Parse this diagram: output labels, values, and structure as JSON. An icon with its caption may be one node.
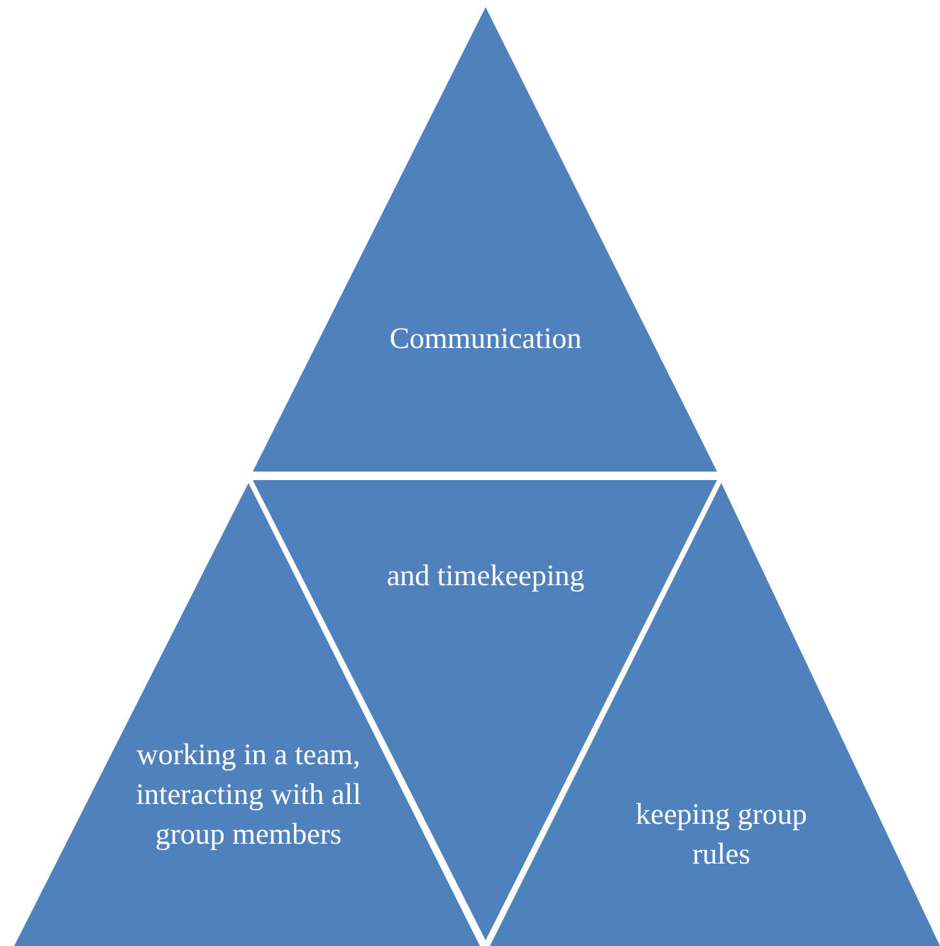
{
  "diagram": {
    "nodes": [
      {
        "text": [
          "Communication"
        ]
      },
      {
        "text": [
          "and timekeeping"
        ]
      },
      {
        "text": [
          "working in a team, interacting with all group members"
        ]
      },
      {
        "text": [
          "keeping group rules"
        ]
      }
    ]
  }
}
